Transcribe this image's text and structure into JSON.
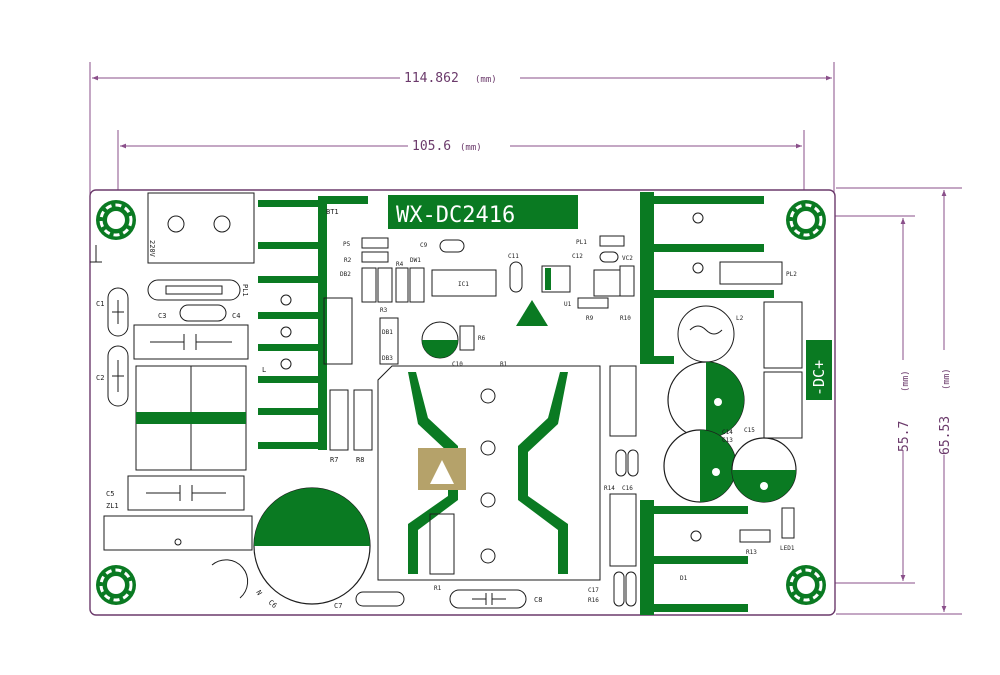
{
  "colors": {
    "dimension": "#8a4f8a",
    "copper": "#0a7a22",
    "outline": "#6b3a6b",
    "silk": "#1d1d1d",
    "background": "#ffffff"
  },
  "dimensions": {
    "overall_width": {
      "value": "114.862",
      "unit": "(mm)"
    },
    "hole_pitch_x": {
      "value": "105.6",
      "unit": "(mm)"
    },
    "hole_pitch_y": {
      "value": "55.7",
      "unit": "(mm)"
    },
    "overall_height": {
      "value": "65.53",
      "unit": "(mm)"
    }
  },
  "board": {
    "model": "WX-DC2416",
    "output_label": "-DC+",
    "input_label": "220V",
    "components": {
      "BT1": "BT1",
      "P5": "P5",
      "R2": "R2",
      "DB2": "DB2",
      "R4": "R4",
      "DW1": "DW1",
      "C9": "C9",
      "C11": "C11",
      "IC1": "IC1",
      "C12": "C12",
      "PL1": "PL1",
      "VC2": "VC2",
      "U1": "U1",
      "R9": "R9",
      "R10": "R10",
      "PL2": "PL2",
      "L2": "L2",
      "R3": "R3",
      "DB1": "DB1",
      "DB3": "DB3",
      "C10": "C10",
      "R6": "R6",
      "B1": "B1",
      "C1": "C1",
      "C2": "C2",
      "C3": "C3",
      "C4": "C4",
      "PL1b": "PL1",
      "L": "L",
      "C5": "C5",
      "ZL1": "ZL1",
      "R7": "R7",
      "R8": "R8",
      "C14": "C14",
      "C15": "C15",
      "C13": "C13",
      "R14": "R14",
      "C16": "C16",
      "R13": "R13",
      "LED1": "LED1",
      "D1": "D1",
      "C6": "C6",
      "C7": "C7",
      "R1": "R1",
      "C8": "C8",
      "C17": "C17",
      "R16": "R16",
      "N": "N"
    }
  }
}
